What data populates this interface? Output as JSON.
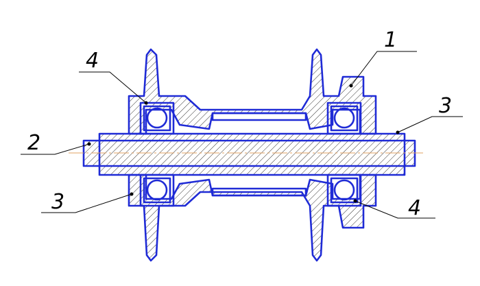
{
  "callouts": [
    {
      "id": "1",
      "label": "1"
    },
    {
      "id": "2",
      "label": "2"
    },
    {
      "id": "3-right",
      "label": "3"
    },
    {
      "id": "3-left",
      "label": "3"
    },
    {
      "id": "4-top",
      "label": "4"
    },
    {
      "id": "4-bottom",
      "label": "4"
    }
  ],
  "colors": {
    "outline": "#1f2bd6",
    "leader": "#000000",
    "centerline": "#e2a060"
  }
}
